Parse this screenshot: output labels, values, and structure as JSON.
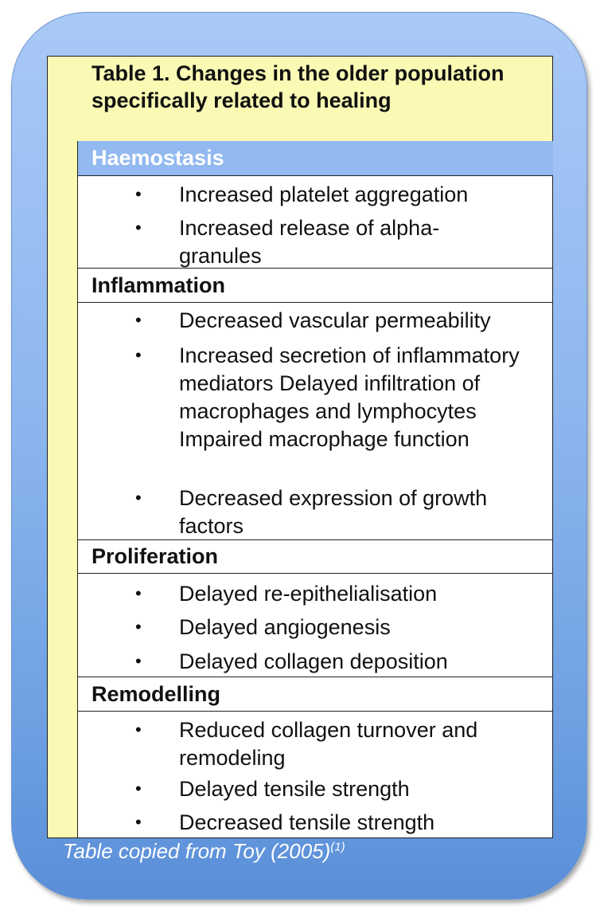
{
  "title": "Table 1.  Changes in the older population specifically related to healing",
  "sections": [
    {
      "heading": "Haemostasis",
      "items": [
        "Increased platelet aggregation",
        "Increased release of alpha-granules"
      ]
    },
    {
      "heading": "Inflammation",
      "items": [
        "Decreased vascular permeability",
        "Increased secretion of inflammatory mediators Delayed infiltration of macrophages and lymphocytes Impaired macrophage function",
        "Decreased expression of growth factors"
      ]
    },
    {
      "heading": "Proliferation",
      "items": [
        "Delayed re-epithelialisation",
        "Delayed angiogenesis",
        "Delayed collagen deposition"
      ]
    },
    {
      "heading": "Remodelling",
      "items": [
        "Reduced collagen turnover and remodeling",
        "Delayed tensile strength",
        "Decreased tensile strength"
      ]
    }
  ],
  "caption": {
    "text": "Table copied from Toy (2005)",
    "ref": "(1)"
  },
  "bullet_glyph": "•",
  "colors": {
    "card": "#8db6ef",
    "table_bg": "#fafab4",
    "first_header": "#92b9f0"
  }
}
